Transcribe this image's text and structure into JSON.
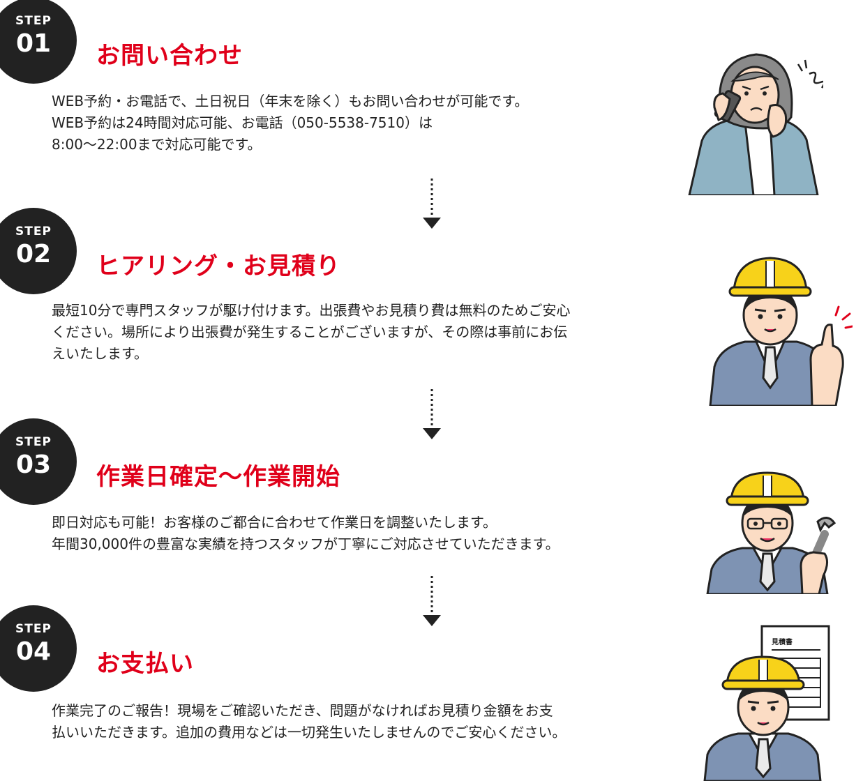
{
  "steps": [
    {
      "label": "STEP",
      "number": "01",
      "title": "お問い合わせ",
      "lines": [
        "WEB予約・お電話で、土日祝日（年末を除く）もお問い合わせが可能です。",
        "WEB予約は24時間対応可能、お電話（050-5538-7510）は",
        "8:00〜22:00まで対応可能です。"
      ]
    },
    {
      "label": "STEP",
      "number": "02",
      "title": "ヒアリング・お見積り",
      "lines": [
        "最短10分で専門スタッフが駆け付けます。出張費やお見積り費は無料のためご安心",
        "ください。場所により出張費が発生することがございますが、その際は事前にお伝",
        "えいたします。"
      ]
    },
    {
      "label": "STEP",
      "number": "03",
      "title": "作業日確定〜作業開始",
      "lines": [
        "即日対応も可能！お客様のご都合に合わせて作業日を調整いたします。",
        "年間30,000件の豊富な実績を持つスタッフが丁寧にご対応させていただきます。"
      ]
    },
    {
      "label": "STEP",
      "number": "04",
      "title": "お支払い",
      "lines": [
        "作業完了のご報告！現場をご確認いただき、問題がなければお見積り金額をお支",
        "払いいただきます。追加の費用などは一切発生いたしませんのでご安心ください。"
      ],
      "document_label": "見積書"
    }
  ],
  "colors": {
    "accent": "#e0001a",
    "badge": "#222222",
    "helmet": "#f7d21a",
    "suit": "#7e93b3",
    "shirt_woman": "#8fb3c4"
  }
}
